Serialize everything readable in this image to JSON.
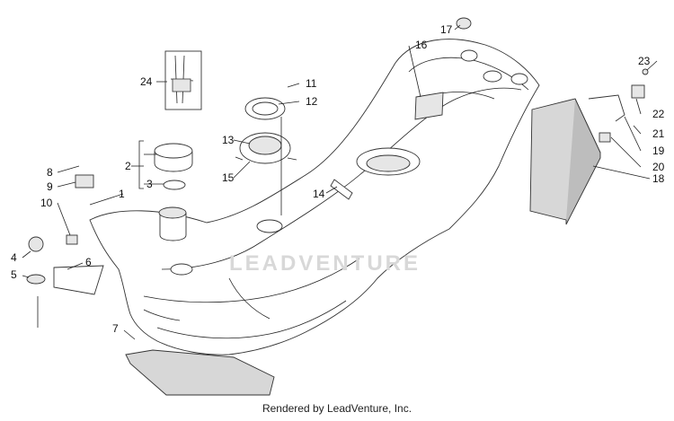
{
  "diagram": {
    "labels": [
      "1",
      "2",
      "3",
      "4",
      "5",
      "6",
      "7",
      "8",
      "9",
      "10",
      "11",
      "12",
      "13",
      "14",
      "15",
      "16",
      "17",
      "18",
      "19",
      "20",
      "21",
      "22",
      "23",
      "24"
    ]
  },
  "watermark": "LEADVENTURE",
  "footer": "Rendered by LeadVenture, Inc."
}
